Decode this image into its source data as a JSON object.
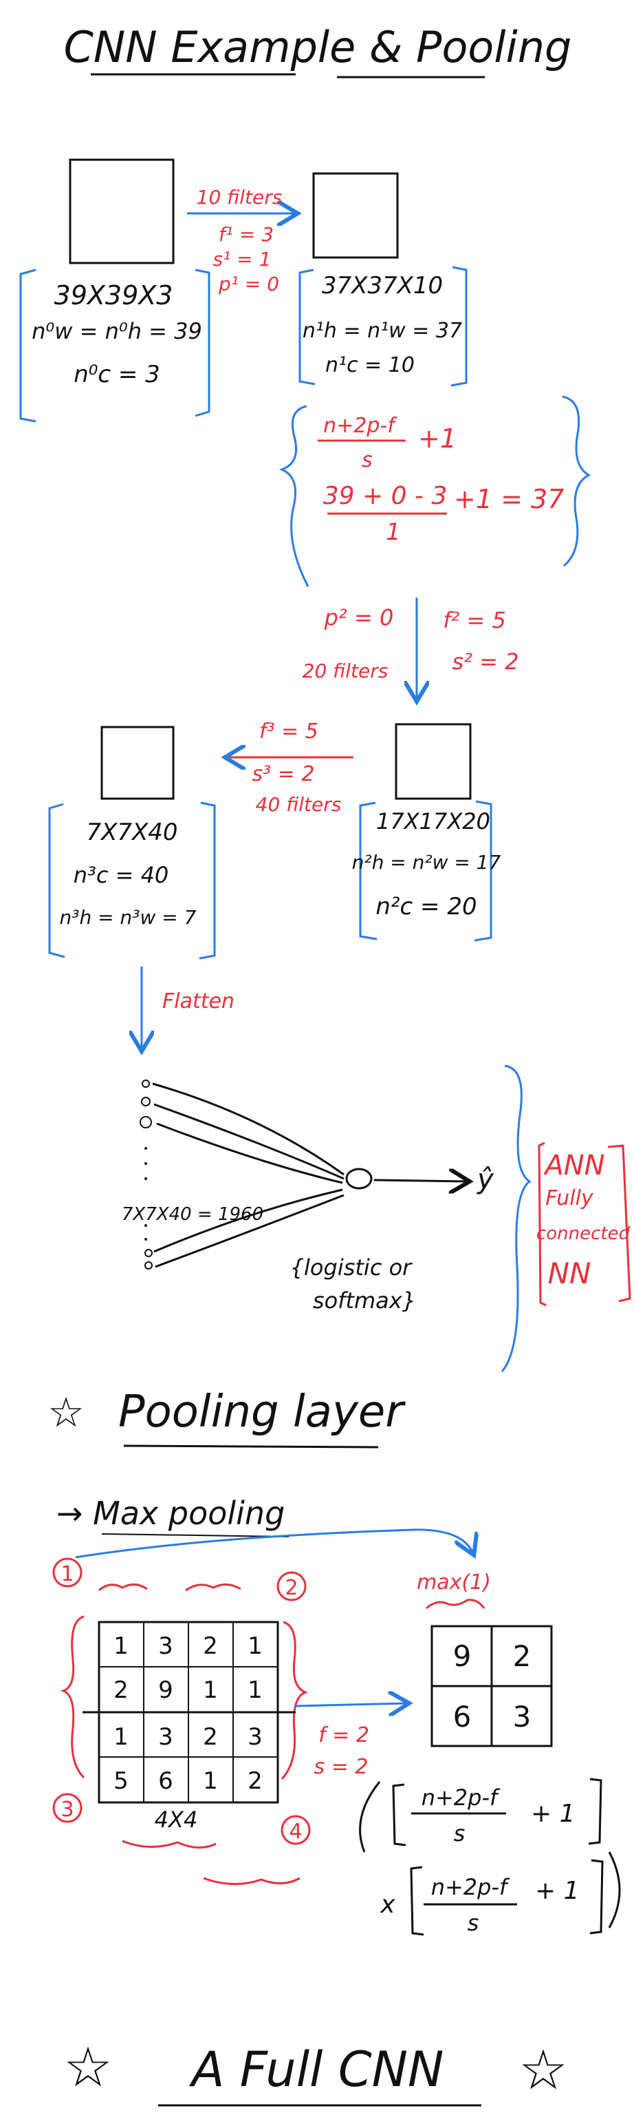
{
  "page": {
    "title": "CNN Example & Pooling",
    "colors": {
      "ink": "#111111",
      "red": "#e8313a",
      "blue": "#2a7de1"
    }
  },
  "layer0": {
    "dims": "39X39X3",
    "nw_line": "n⁰w = n⁰h = 39",
    "nc_line": "n⁰c = 3"
  },
  "conv1": {
    "filters": "10 filters",
    "f": "f¹ = 3",
    "s": "s¹ = 1",
    "p": "p¹ = 0"
  },
  "layer1": {
    "dims": "37X37X10",
    "nh_line": "n¹h = n¹w = 37",
    "nc_line": "n¹c = 10"
  },
  "formula1": {
    "expr_num": "n+2p-f",
    "expr_den": "s",
    "expr_plus": "+1",
    "calc_num": "39 + 0 - 3",
    "calc_den": "1",
    "calc_result": "+1 = 37"
  },
  "conv2": {
    "p": "p² = 0",
    "filters": "20 filters",
    "f": "f² = 5",
    "s": "s² = 2"
  },
  "layer2": {
    "dims": "17X17X20",
    "nh_line": "n²h = n²w = 17",
    "nc_line": "n²c = 20"
  },
  "conv3": {
    "f": "f³ = 5",
    "s": "s³ = 2",
    "filters": "40 filters"
  },
  "layer3": {
    "dims": "7X7X40",
    "nc_line": "n³c = 40",
    "nh_line": "n³h = n³w = 7"
  },
  "flatten": {
    "label": "Flatten",
    "count": "7X7X40 = 1960",
    "activation_line1": "{logistic or",
    "activation_line2": "softmax}",
    "output": "ŷ",
    "ann_line1": "ANN",
    "ann_line2": "Fully",
    "ann_line3": "connected",
    "ann_line4": "NN"
  },
  "pooling": {
    "title": "Pooling layer",
    "star": "☆",
    "subtitle": "→ Max pooling",
    "max_label": "max(1)",
    "markers": [
      "1",
      "2",
      "3",
      "4"
    ],
    "grid": [
      [
        "1",
        "3",
        "2",
        "1"
      ],
      [
        "2",
        "9",
        "1",
        "1"
      ],
      [
        "1",
        "3",
        "2",
        "3"
      ],
      [
        "5",
        "6",
        "1",
        "2"
      ]
    ],
    "size_label": "4X4",
    "f": "f = 2",
    "s": "s = 2",
    "output_grid": [
      [
        "9",
        "2"
      ],
      [
        "6",
        "3"
      ]
    ],
    "formula_top_num": "n+2p-f",
    "formula_top_den": "s",
    "formula_bot_num": "n+2p-f",
    "formula_bot_den": "s",
    "formula_plus": "+ 1",
    "formula_times": "x"
  },
  "footer": {
    "title": "A Full CNN",
    "star": "☆"
  }
}
